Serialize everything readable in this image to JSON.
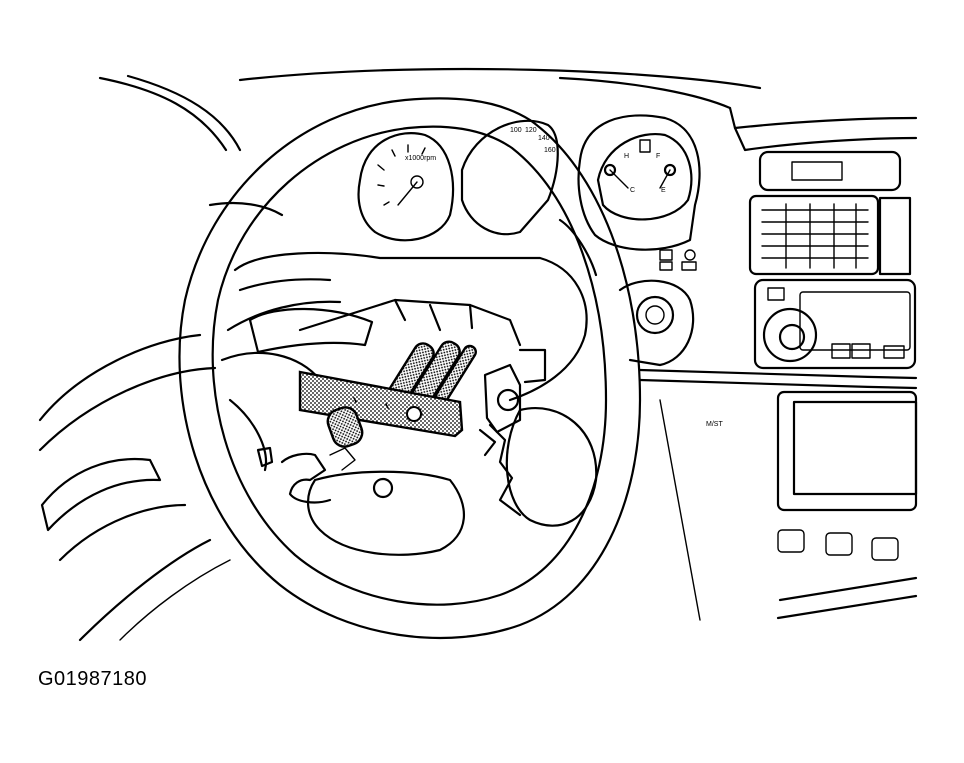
{
  "figure": {
    "id_label": "G01987180",
    "tach_label": "x1000rpm",
    "speedo_ticks": [
      "100",
      "120",
      "140",
      "160"
    ],
    "fuel_labels": [
      "F",
      "E"
    ],
    "temp_labels": [
      "H",
      "C"
    ],
    "vent_label": "M/ST"
  }
}
